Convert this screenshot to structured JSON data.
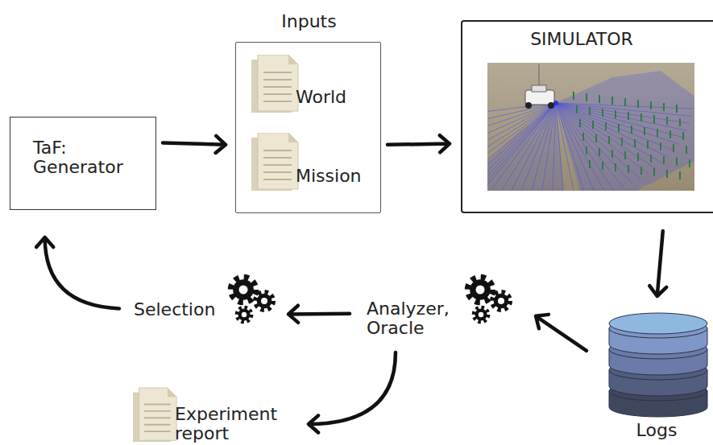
{
  "diagram": {
    "nodes": [
      {
        "text": [
          "TaF: Generator"
        ]
      },
      {
        "text": [
          "Inputs"
        ]
      },
      {
        "text": [
          "World"
        ],
        "in": 1
      },
      {
        "text": [
          "Mission"
        ],
        "in": 1
      },
      {
        "text": [
          "SIMULATOR"
        ]
      },
      {
        "text": [
          "Logs"
        ]
      },
      {
        "text": [
          "Analyzer, Oracle"
        ]
      },
      {
        "text": [
          "Selection"
        ]
      },
      {
        "text": [
          "Experiment report"
        ]
      }
    ],
    "edges": [
      {
        "from": 0,
        "to": 1,
        "arrow": "to"
      },
      {
        "from": 1,
        "to": 4,
        "arrow": "to"
      },
      {
        "from": 4,
        "to": 5,
        "arrow": "to"
      },
      {
        "from": 5,
        "to": 6,
        "arrow": "to"
      },
      {
        "from": 6,
        "to": 7,
        "arrow": "to"
      },
      {
        "from": 7,
        "to": 0,
        "arrow": "to"
      },
      {
        "from": 6,
        "to": 8,
        "arrow": "to"
      }
    ]
  }
}
